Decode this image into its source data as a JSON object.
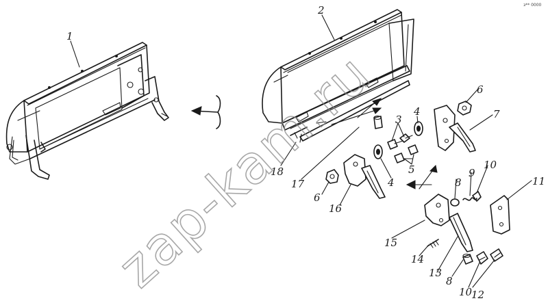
{
  "watermark": "zap-kam.ru",
  "corner_mark": "з** 0000",
  "callouts": {
    "c1": "1",
    "c2": "2",
    "c3": "3",
    "c4a": "4",
    "c4b": "4",
    "c5": "5",
    "c6a": "6",
    "c6b": "6",
    "c7": "7",
    "c8a": "8",
    "c8b": "8",
    "c9": "9",
    "c10a": "10",
    "c10b": "10",
    "c11": "11",
    "c12": "12",
    "c13": "13",
    "c14": "14",
    "c15": "15",
    "c16": "16",
    "c17": "17",
    "c18": "18"
  }
}
